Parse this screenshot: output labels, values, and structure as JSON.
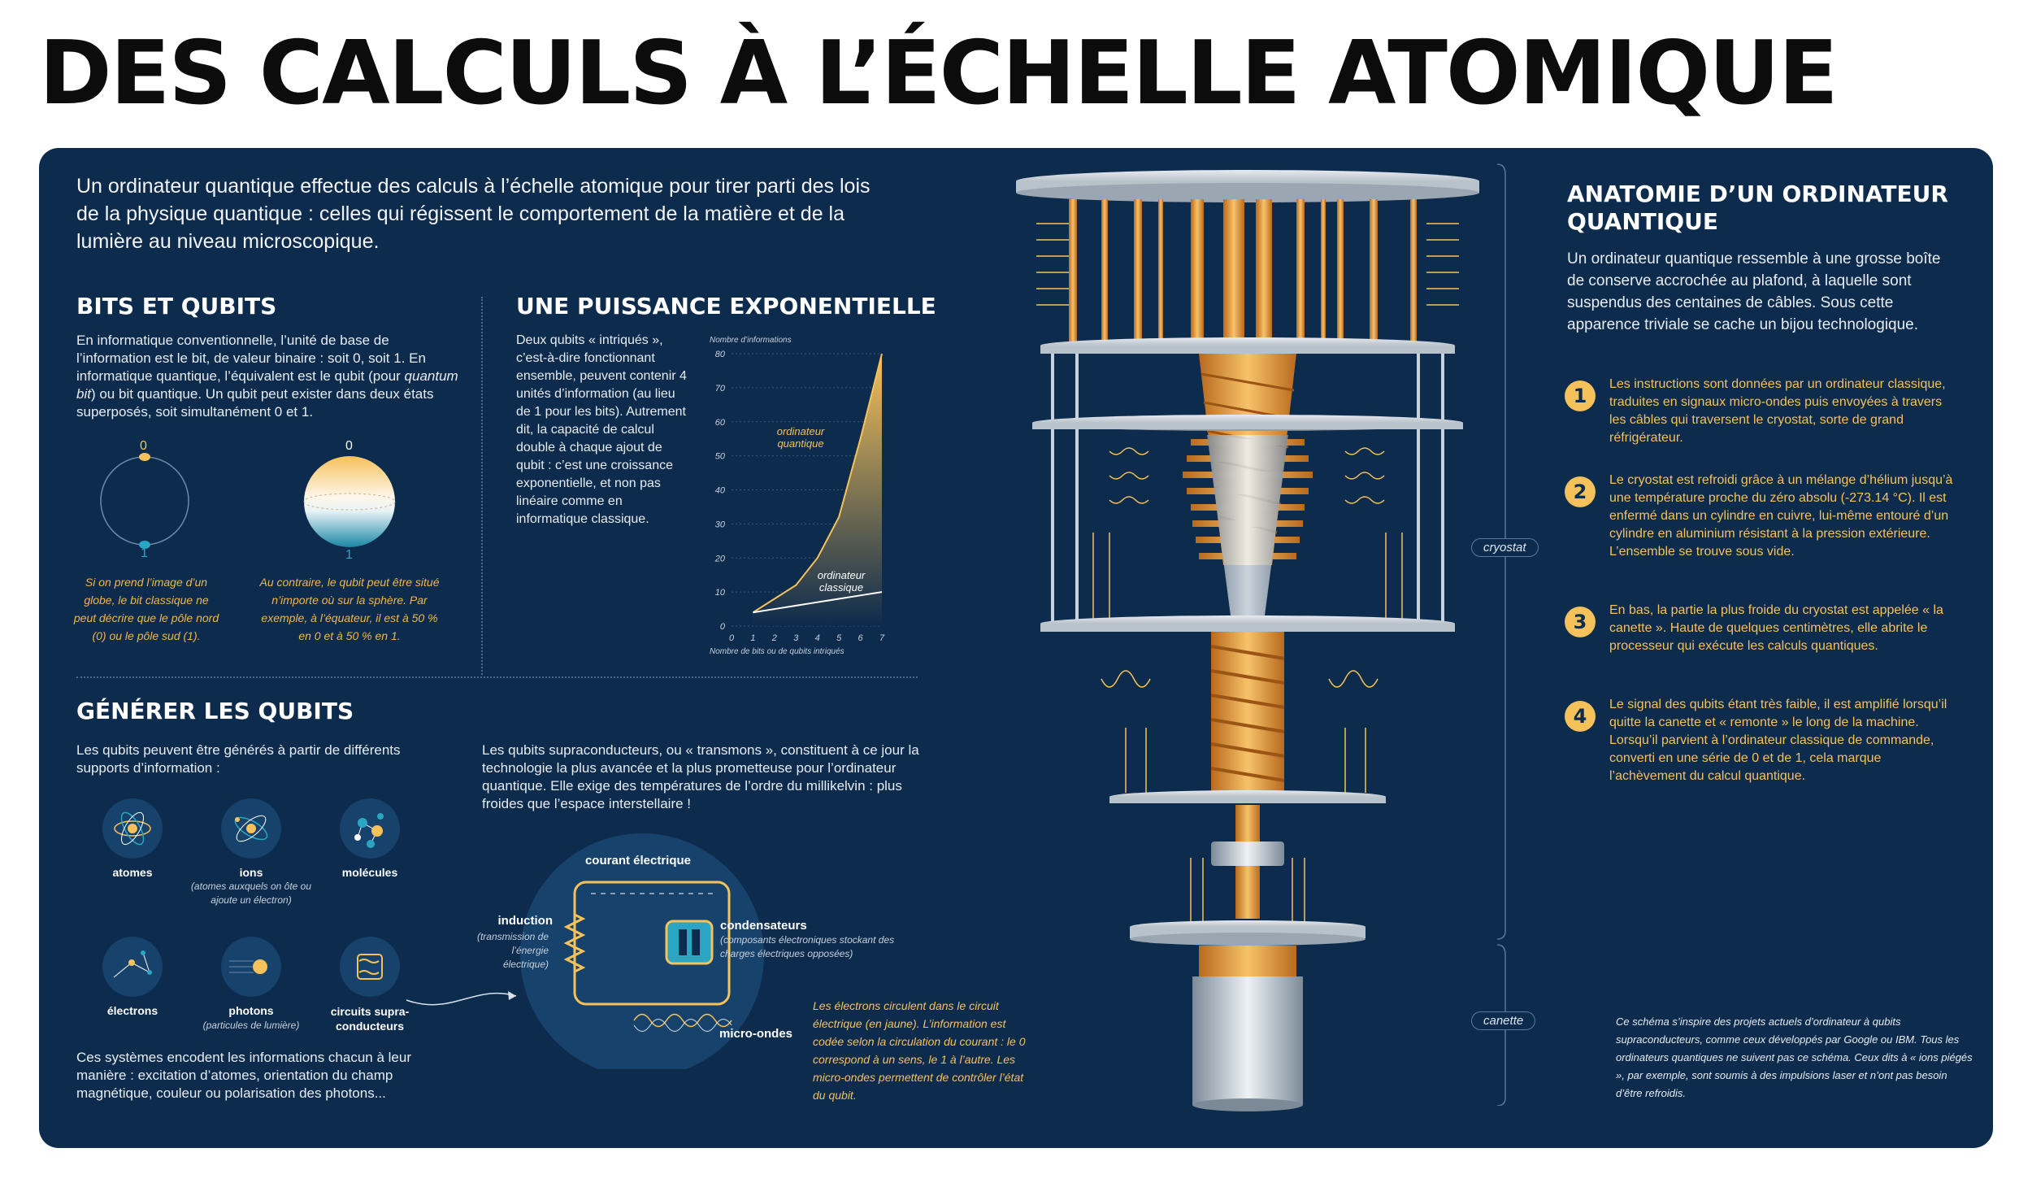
{
  "title": "DES CALCULS À L’ÉCHELLE ATOMIQUE",
  "intro": "Un ordinateur quantique effectue des calculs à l’échelle atomique pour tirer parti des lois de la physique quantique : celles qui régissent le comportement de la matière et de la lumière au niveau microscopique.",
  "bits": {
    "heading": "BITS ET QUBITS",
    "text_a": "En informatique conventionnelle, l’unité de base de l’information est le bit, de valeur binaire : soit 0, soit 1. En informatique quantique, l’équivalent est le qubit (pour ",
    "text_em": "quantum bit",
    "text_b": ") ou bit quantique. Un qubit peut exister dans deux états superposés, soit simultanément 0 et 1.",
    "zero": "0",
    "one": "1",
    "note_left": "Si on prend l’image d’un globe, le bit classique ne peut décrire que le pôle nord (0) ou le pôle sud (1).",
    "note_right": "Au contraire, le qubit peut être situé n’importe où sur la sphère. Par exemple, à l’équateur, il est à 50 % en 0 et à 50 % en 1."
  },
  "puissance": {
    "heading": "UNE PUISSANCE EXPONENTIELLE",
    "text": "Deux qubits « intriqués », c’est-à-dire fonctionnant ensemble, peuvent contenir 4 unités d’information (au lieu de 1 pour les bits). Autrement dit, la capacité de calcul double à chaque ajout de qubit : c’est une croissance exponentielle, et non pas linéaire comme en informatique classique."
  },
  "chart_data": {
    "type": "area",
    "title": "",
    "ylabel": "Nombre d’informations",
    "xlabel": "Nombre de bits ou de qubits intriqués",
    "x_ticks": [
      "0",
      "1",
      "2",
      "3",
      "4",
      "5",
      "6",
      "7"
    ],
    "y_ticks": [
      "0",
      "10",
      "20",
      "30",
      "40",
      "50",
      "60",
      "70",
      "80"
    ],
    "xlim": [
      0,
      7
    ],
    "ylim": [
      0,
      80
    ],
    "series": [
      {
        "name": "ordinateur quantique",
        "x": [
          1,
          2,
          3,
          4,
          5,
          6,
          7
        ],
        "y": [
          4,
          8,
          12,
          20,
          32,
          55,
          80
        ],
        "color": "#f5c15a"
      },
      {
        "name": "ordinateur classique",
        "x": [
          1,
          2,
          3,
          4,
          5,
          6,
          7
        ],
        "y": [
          4,
          5,
          6,
          7,
          8,
          9,
          10
        ],
        "color": "#ffffff"
      }
    ],
    "label_quantique": "ordinateur quantique",
    "label_classique": "ordinateur classique"
  },
  "generer": {
    "heading": "GÉNÉRER LES  QUBITS",
    "text_left": "Les qubits peuvent être générés à partir de différents supports d’information :",
    "text_right": "Les qubits supraconducteurs, ou « transmons », constituent à ce jour la technologie la plus avancée et la plus prometteuse pour l’ordinateur quantique. Elle exige des températures de l’ordre du millikelvin : plus froides que l’espace interstellaire !",
    "supports": [
      {
        "label": "atomes",
        "sub": ""
      },
      {
        "label": "ions",
        "sub": "(atomes auxquels on ôte ou ajoute un électron)"
      },
      {
        "label": "molécules",
        "sub": ""
      },
      {
        "label": "électrons",
        "sub": ""
      },
      {
        "label": "photons",
        "sub": "(particules de lumière)"
      },
      {
        "label": "circuits supra-conducteurs",
        "sub": ""
      }
    ],
    "footer": "Ces systèmes encodent les informations chacun à leur manière : excitation d’atomes, orientation du champ magnétique, couleur ou polarisation des photons..."
  },
  "circuit": {
    "courant": "courant électrique",
    "induction": "induction",
    "induction_sub": "(transmission de l’énergie électrique)",
    "condensateurs": "condensateurs",
    "condensateurs_sub": "(composants électroniques stockant des charges électriques opposées)",
    "micro_ondes": "micro-ondes",
    "note": "Les électrons circulent dans le circuit électrique (en jaune). L’information est codée selon la circulation du courant : le 0 correspond à un sens, le 1 à l’autre. Les micro-ondes permettent de contrôler l’état du qubit."
  },
  "anatomie": {
    "heading": "ANATOMIE D’UN ORDINATEUR QUANTIQUE",
    "text": "Un ordinateur quantique ressemble à une grosse boîte de conserve accrochée au plafond, à laquelle sont suspendus des centaines de câbles. Sous cette apparence triviale se cache un bijou technologique.",
    "steps": [
      {
        "num": "1",
        "text": "Les instructions sont données par un ordinateur classique, traduites en signaux micro-ondes puis envoyées à travers les câbles qui traversent le cryostat, sorte de grand réfrigérateur."
      },
      {
        "num": "2",
        "text": "Le cryostat est refroidi grâce à un mélange d’hélium jusqu’à une température proche du zéro absolu (-273.14 °C). Il est enfermé dans un cylindre en cuivre, lui-même entouré d’un cylindre en aluminium résistant à la pression extérieure. L’ensemble se trouve sous vide."
      },
      {
        "num": "3",
        "text": "En bas, la partie la plus froide du cryostat est appelée « la canette ». Haute de quelques centimètres, elle abrite le processeur qui exécute les calculs quantiques."
      },
      {
        "num": "4",
        "text": "Le signal des qubits étant très faible, il est amplifié lorsqu’il quitte la canette et « remonte » le long de la machine. Lorsqu’il parvient à l’ordinateur classique de commande, converti en une série de 0 et de 1, cela marque l’achèvement du calcul quantique."
      }
    ],
    "label_cryostat": "cryostat",
    "label_canette": "canette",
    "footnote": "Ce schéma s’inspire des projets actuels d’ordinateur à qubits supraconducteurs, comme ceux développés par Google ou IBM. Tous les ordinateurs quantiques ne suivent pas ce schéma. Ceux dits à « ions piégés », par exemple, sont soumis à des impulsions laser et n’ont pas besoin d’être refroidis."
  },
  "colors": {
    "panel": "#0d2b4d",
    "accent": "#f5c15a",
    "copper": "#e89b3a",
    "teal": "#2aa5c4"
  }
}
